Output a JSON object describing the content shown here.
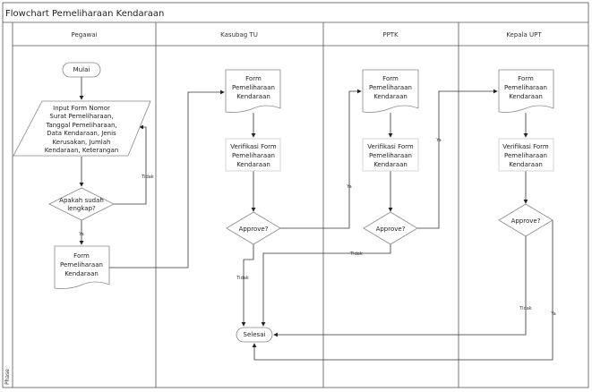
{
  "title": "Flowchart Pemeliharaan Kendaraan",
  "phase_label": "Phase",
  "lanes": [
    "Pegawai",
    "Kasubag TU",
    "PPTK",
    "Kepala UPT"
  ],
  "nodes": {
    "start": "Mulai",
    "input": [
      "Input Form Nomor",
      "Surat Pemeliharaan,",
      "Tanggal Pemeliharaan,",
      "Data Kendaraan, Jenis",
      "Kerusakan, Jumlah",
      "Kendaraan, Keterangan"
    ],
    "check": [
      "Apakah sudah",
      "lengkap?"
    ],
    "doc_pegawai": [
      "Form",
      "Pemeliharaan",
      "Kendaraan"
    ],
    "doc_kasubag": [
      "Form",
      "Pemeliharaan",
      "Kendaraan"
    ],
    "verify_kasubag": [
      "Verifikasi Form",
      "Pemeliharaan",
      "Kendaraan"
    ],
    "approve_kasubag": "Approve?",
    "doc_pptk": [
      "Form",
      "Pemeliharaan",
      "Kendaraan"
    ],
    "verify_pptk": [
      "Verifikasi Form",
      "Pemeliharaan",
      "Kendaraan"
    ],
    "approve_pptk": "Approve?",
    "doc_upt": [
      "Form",
      "Pemeliharaan",
      "Kendaraan"
    ],
    "verify_upt": [
      "Verifikasi Form",
      "Pemeliharaan",
      "Kendaraan"
    ],
    "approve_upt": "Approve?",
    "end": "Selesai"
  },
  "edge_labels": {
    "check_no": "Tidak",
    "check_yes": "Ya",
    "kasubag_yes": "Ya",
    "kasubag_no": "Tidak",
    "pptk_yes": "Ya",
    "pptk_no": "Tidak",
    "upt_no": "Tidak",
    "upt_yes": "Ya"
  }
}
